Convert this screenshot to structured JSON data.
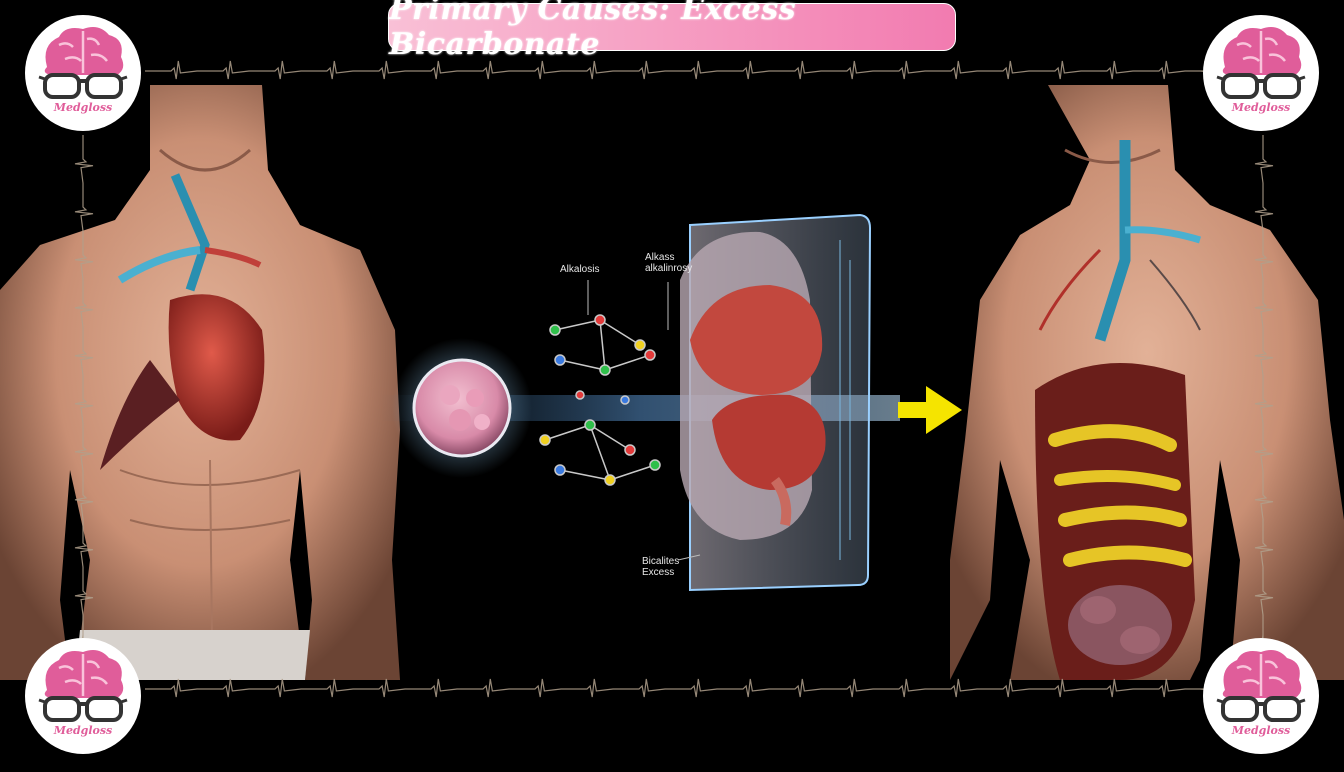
{
  "title": "Primary Causes: Excess Bicarbonate",
  "brand": {
    "name": "Medgloss",
    "color": "#e05d9a"
  },
  "colors": {
    "banner_start": "#f9c0d6",
    "banner_end": "#f27bb0",
    "ecg_line": "#b0a08c",
    "arrow": "#f5e400"
  },
  "diagram_labels": {
    "left_label": "Alkalosis",
    "right_label_line1": "Alkass",
    "right_label_line2": "alkalinrosy",
    "bottom_label_line1": "Bicalites",
    "bottom_label_line2": "Excess"
  },
  "icons": [
    "brain-glasses-logo-icon",
    "yellow-arrow-icon"
  ]
}
